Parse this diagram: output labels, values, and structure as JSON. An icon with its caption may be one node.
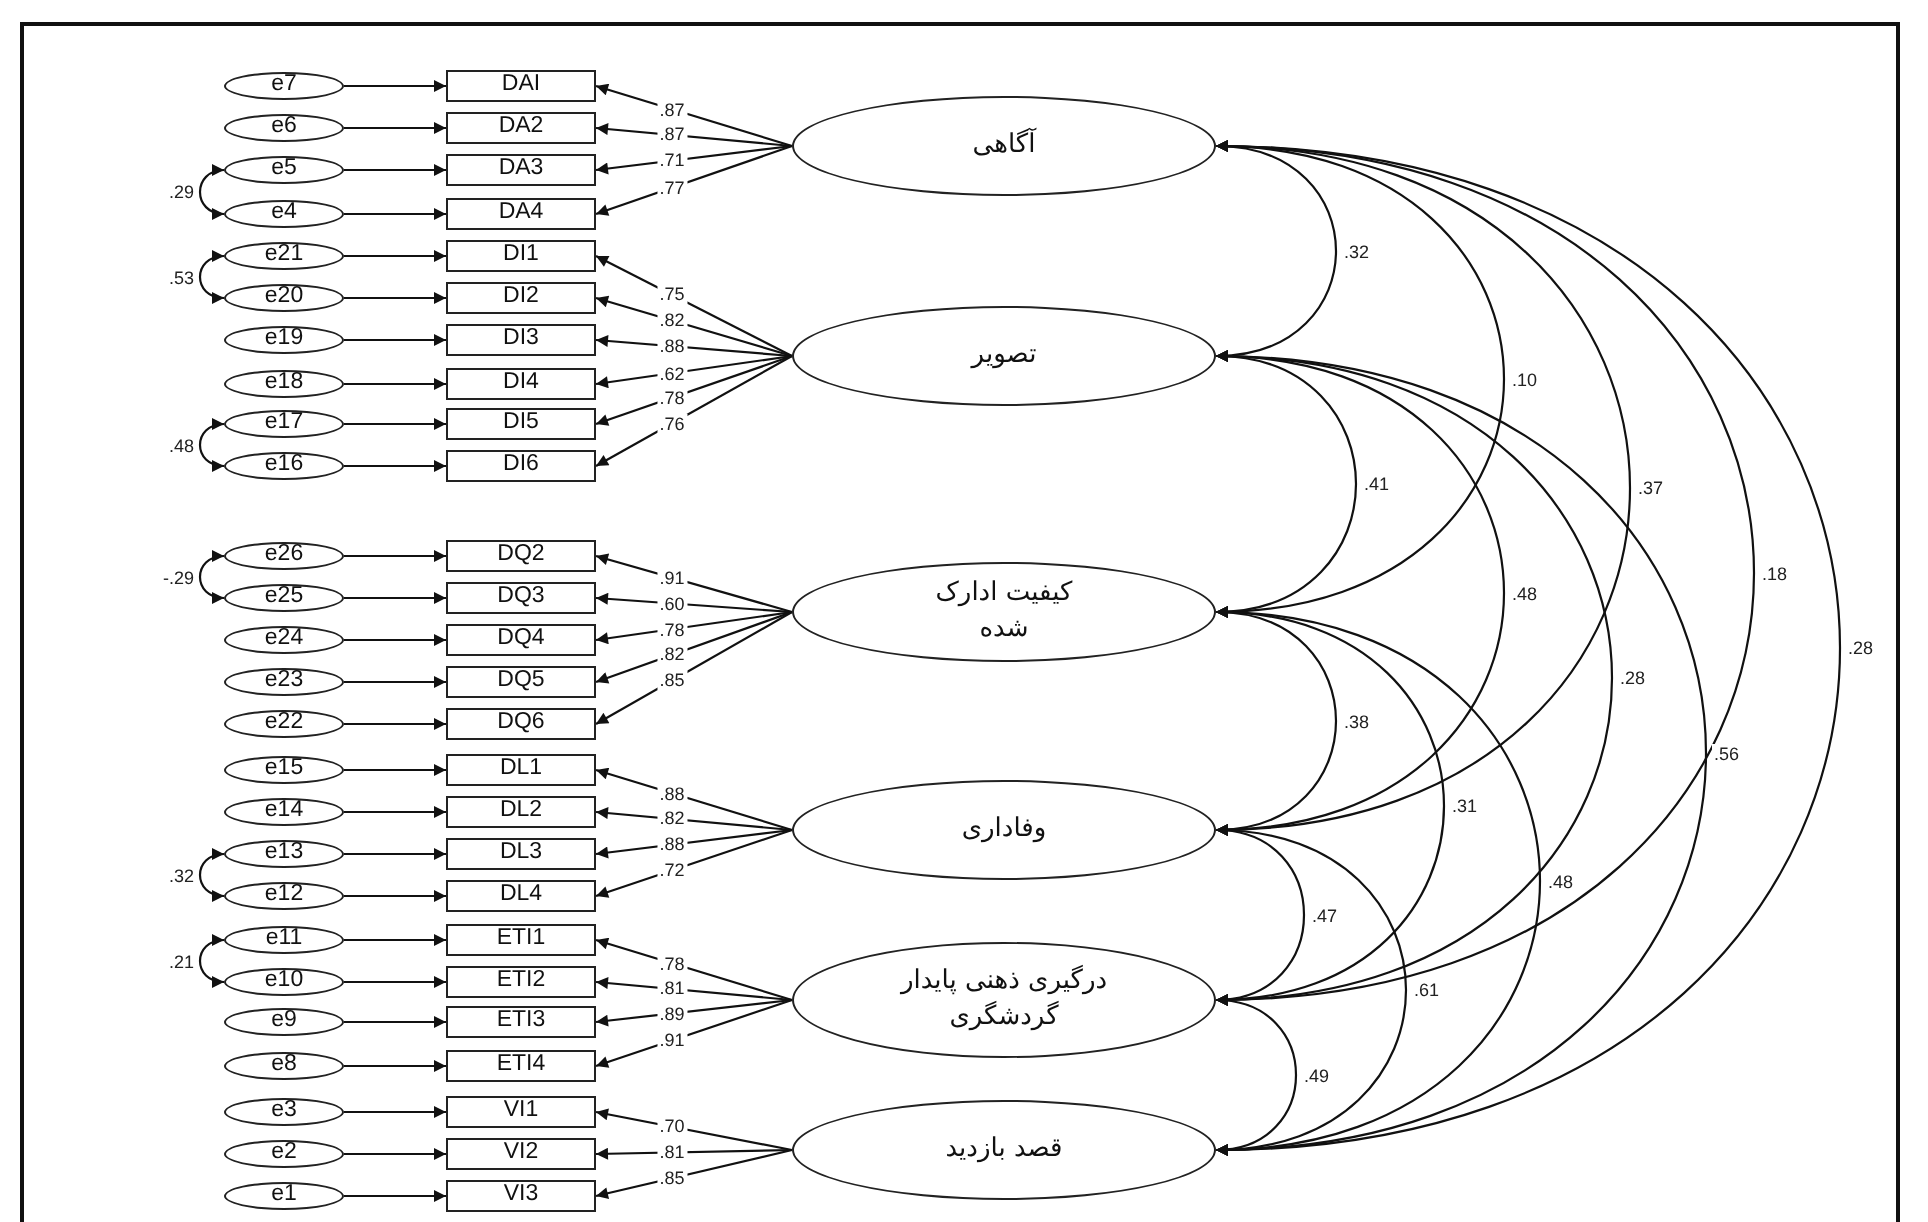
{
  "diagram": {
    "nodes": [
      {
        "text": [
          "e7"
        ]
      },
      {
        "text": [
          "e6"
        ]
      },
      {
        "text": [
          "e5"
        ]
      },
      {
        "text": [
          "e4"
        ]
      },
      {
        "text": [
          "e21"
        ]
      },
      {
        "text": [
          "e20"
        ]
      },
      {
        "text": [
          "e19"
        ]
      },
      {
        "text": [
          "e18"
        ]
      },
      {
        "text": [
          "e17"
        ]
      },
      {
        "text": [
          "e16"
        ]
      },
      {
        "text": [
          "e26"
        ]
      },
      {
        "text": [
          "e25"
        ]
      },
      {
        "text": [
          "e24"
        ]
      },
      {
        "text": [
          "e23"
        ]
      },
      {
        "text": [
          "e22"
        ]
      },
      {
        "text": [
          "e15"
        ]
      },
      {
        "text": [
          "e14"
        ]
      },
      {
        "text": [
          "e13"
        ]
      },
      {
        "text": [
          "e12"
        ]
      },
      {
        "text": [
          "e11"
        ]
      },
      {
        "text": [
          "e10"
        ]
      },
      {
        "text": [
          "e9"
        ]
      },
      {
        "text": [
          "e8"
        ]
      },
      {
        "text": [
          "e3"
        ]
      },
      {
        "text": [
          "e2"
        ]
      },
      {
        "text": [
          "e1"
        ]
      },
      {
        "text": [
          "DAI"
        ]
      },
      {
        "text": [
          "DA2"
        ]
      },
      {
        "text": [
          "DA3"
        ]
      },
      {
        "text": [
          "DA4"
        ]
      },
      {
        "text": [
          "DI1"
        ]
      },
      {
        "text": [
          "DI2"
        ]
      },
      {
        "text": [
          "DI3"
        ]
      },
      {
        "text": [
          "DI4"
        ]
      },
      {
        "text": [
          "DI5"
        ]
      },
      {
        "text": [
          "DI6"
        ]
      },
      {
        "text": [
          "DQ2"
        ]
      },
      {
        "text": [
          "DQ3"
        ]
      },
      {
        "text": [
          "DQ4"
        ]
      },
      {
        "text": [
          "DQ5"
        ]
      },
      {
        "text": [
          "DQ6"
        ]
      },
      {
        "text": [
          "DL1"
        ]
      },
      {
        "text": [
          "DL2"
        ]
      },
      {
        "text": [
          "DL3"
        ]
      },
      {
        "text": [
          "DL4"
        ]
      },
      {
        "text": [
          "ETI1"
        ]
      },
      {
        "text": [
          "ETI2"
        ]
      },
      {
        "text": [
          "ETI3"
        ]
      },
      {
        "text": [
          "ETI4"
        ]
      },
      {
        "text": [
          "VI1"
        ]
      },
      {
        "text": [
          "VI2"
        ]
      },
      {
        "text": [
          "VI3"
        ]
      },
      {
        "text": [
          "آگاهی"
        ]
      },
      {
        "text": [
          "تصویر"
        ]
      },
      {
        "text": [
          "کیفیت ادارک شده"
        ]
      },
      {
        "text": [
          "وفاداری"
        ]
      },
      {
        "text": [
          "درگیری ذهنی پایدار گردشگری"
        ]
      },
      {
        "text": [
          "قصد بازدید"
        ]
      }
    ],
    "edges": [
      {
        "from": 0,
        "to": 26,
        "arrow": "to"
      },
      {
        "from": 1,
        "to": 27,
        "arrow": "to"
      },
      {
        "from": 2,
        "to": 28,
        "arrow": "to"
      },
      {
        "from": 3,
        "to": 29,
        "arrow": "to"
      },
      {
        "from": 4,
        "to": 30,
        "arrow": "to"
      },
      {
        "from": 5,
        "to": 31,
        "arrow": "to"
      },
      {
        "from": 6,
        "to": 32,
        "arrow": "to"
      },
      {
        "from": 7,
        "to": 33,
        "arrow": "to"
      },
      {
        "from": 8,
        "to": 34,
        "arrow": "to"
      },
      {
        "from": 9,
        "to": 35,
        "arrow": "to"
      },
      {
        "from": 10,
        "to": 36,
        "arrow": "to"
      },
      {
        "from": 11,
        "to": 37,
        "arrow": "to"
      },
      {
        "from": 12,
        "to": 38,
        "arrow": "to"
      },
      {
        "from": 13,
        "to": 39,
        "arrow": "to"
      },
      {
        "from": 14,
        "to": 40,
        "arrow": "to"
      },
      {
        "from": 15,
        "to": 41,
        "arrow": "to"
      },
      {
        "from": 16,
        "to": 42,
        "arrow": "to"
      },
      {
        "from": 17,
        "to": 43,
        "arrow": "to"
      },
      {
        "from": 18,
        "to": 44,
        "arrow": "to"
      },
      {
        "from": 19,
        "to": 45,
        "arrow": "to"
      },
      {
        "from": 20,
        "to": 46,
        "arrow": "to"
      },
      {
        "from": 21,
        "to": 47,
        "arrow": "to"
      },
      {
        "from": 22,
        "to": 48,
        "arrow": "to"
      },
      {
        "from": 23,
        "to": 49,
        "arrow": "to"
      },
      {
        "from": 24,
        "to": 50,
        "arrow": "to"
      },
      {
        "from": 25,
        "to": 51,
        "arrow": "to"
      },
      {
        "from": 52,
        "to": 26,
        "arrow": "to",
        "label": ".87"
      },
      {
        "from": 52,
        "to": 27,
        "arrow": "to",
        "label": ".87"
      },
      {
        "from": 52,
        "to": 28,
        "arrow": "to",
        "label": ".71"
      },
      {
        "from": 52,
        "to": 29,
        "arrow": "to",
        "label": ".77"
      },
      {
        "from": 53,
        "to": 30,
        "arrow": "to",
        "label": ".75"
      },
      {
        "from": 53,
        "to": 31,
        "arrow": "to",
        "label": ".82"
      },
      {
        "from": 53,
        "to": 32,
        "arrow": "to",
        "label": ".88"
      },
      {
        "from": 53,
        "to": 33,
        "arrow": "to",
        "label": ".62"
      },
      {
        "from": 53,
        "to": 34,
        "arrow": "to",
        "label": ".78"
      },
      {
        "from": 53,
        "to": 35,
        "arrow": "to",
        "label": ".76"
      },
      {
        "from": 54,
        "to": 36,
        "arrow": "to",
        "label": ".91"
      },
      {
        "from": 54,
        "to": 37,
        "arrow": "to",
        "label": ".60"
      },
      {
        "from": 54,
        "to": 38,
        "arrow": "to",
        "label": ".78"
      },
      {
        "from": 54,
        "to": 39,
        "arrow": "to",
        "label": ".82"
      },
      {
        "from": 54,
        "to": 40,
        "arrow": "to",
        "label": ".85"
      },
      {
        "from": 55,
        "to": 41,
        "arrow": "to",
        "label": ".88"
      },
      {
        "from": 55,
        "to": 42,
        "arrow": "to",
        "label": ".82"
      },
      {
        "from": 55,
        "to": 43,
        "arrow": "to",
        "label": ".88"
      },
      {
        "from": 55,
        "to": 44,
        "arrow": "to",
        "label": ".72"
      },
      {
        "from": 56,
        "to": 45,
        "arrow": "to",
        "label": ".78"
      },
      {
        "from": 56,
        "to": 46,
        "arrow": "to",
        "label": ".81"
      },
      {
        "from": 56,
        "to": 47,
        "arrow": "to",
        "label": ".89"
      },
      {
        "from": 56,
        "to": 48,
        "arrow": "to",
        "label": ".91"
      },
      {
        "from": 57,
        "to": 49,
        "arrow": "to",
        "label": ".70"
      },
      {
        "from": 57,
        "to": 50,
        "arrow": "to",
        "label": ".81"
      },
      {
        "from": 57,
        "to": 51,
        "arrow": "to",
        "label": ".85"
      },
      {
        "from": 2,
        "to": 3,
        "arrow": "both",
        "label": ".29"
      },
      {
        "from": 4,
        "to": 5,
        "arrow": "both",
        "label": ".53"
      },
      {
        "from": 8,
        "to": 9,
        "arrow": "both",
        "label": ".48"
      },
      {
        "from": 10,
        "to": 11,
        "arrow": "both",
        "label": "-.29"
      },
      {
        "from": 17,
        "to": 18,
        "arrow": "both",
        "label": ".32"
      },
      {
        "from": 19,
        "to": 20,
        "arrow": "both",
        "label": ".21"
      },
      {
        "from": 52,
        "to": 53,
        "arrow": "both",
        "label": ".32"
      },
      {
        "from": 52,
        "to": 54,
        "arrow": "both",
        "label": ".10"
      },
      {
        "from": 52,
        "to": 55,
        "arrow": "both",
        "label": ".37"
      },
      {
        "from": 52,
        "to": 56,
        "arrow": "both",
        "label": ".18"
      },
      {
        "from": 52,
        "to": 57,
        "arrow": "both",
        "label": ".28"
      },
      {
        "from": 53,
        "to": 54,
        "arrow": "both",
        "label": ".41"
      },
      {
        "from": 53,
        "to": 55,
        "arrow": "both",
        "label": ".48"
      },
      {
        "from": 53,
        "to": 56,
        "arrow": "both",
        "label": ".28"
      },
      {
        "from": 53,
        "to": 57,
        "arrow": "both",
        "label": ".56"
      },
      {
        "from": 54,
        "to": 55,
        "arrow": "both",
        "label": ".38"
      },
      {
        "from": 54,
        "to": 56,
        "arrow": "both",
        "label": ".31"
      },
      {
        "from": 54,
        "to": 57,
        "arrow": "both",
        "label": ".48"
      },
      {
        "from": 55,
        "to": 56,
        "arrow": "both",
        "label": ".47"
      },
      {
        "from": 55,
        "to": 57,
        "arrow": "both",
        "label": ".61"
      },
      {
        "from": 56,
        "to": 57,
        "arrow": "both",
        "label": ".49"
      }
    ]
  }
}
